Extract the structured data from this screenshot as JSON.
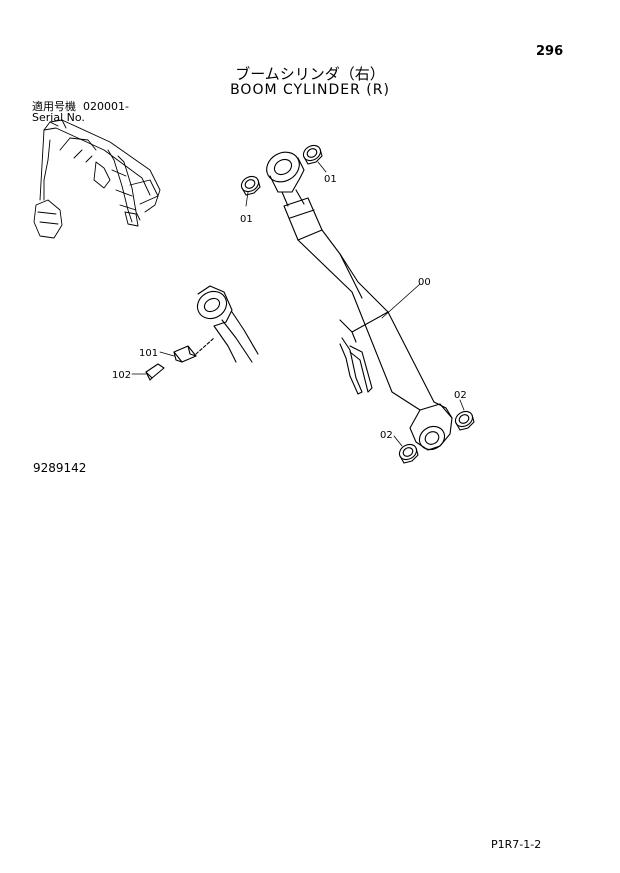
{
  "page_number": "296",
  "title_jp": "ブームシリンダ（右）",
  "title_en": "BOOM CYLINDER (R)",
  "applicability": {
    "label_jp": "適用号機",
    "label_en": "Serial No.",
    "serial_from": "020001-"
  },
  "callouts": {
    "p00": "00",
    "p01_top": "01",
    "p01_left": "01",
    "p02_right": "02",
    "p02_left": "02",
    "p101": "101",
    "p102": "102"
  },
  "catalog_number": "9289142",
  "footer_code": "P1R7-1-2"
}
